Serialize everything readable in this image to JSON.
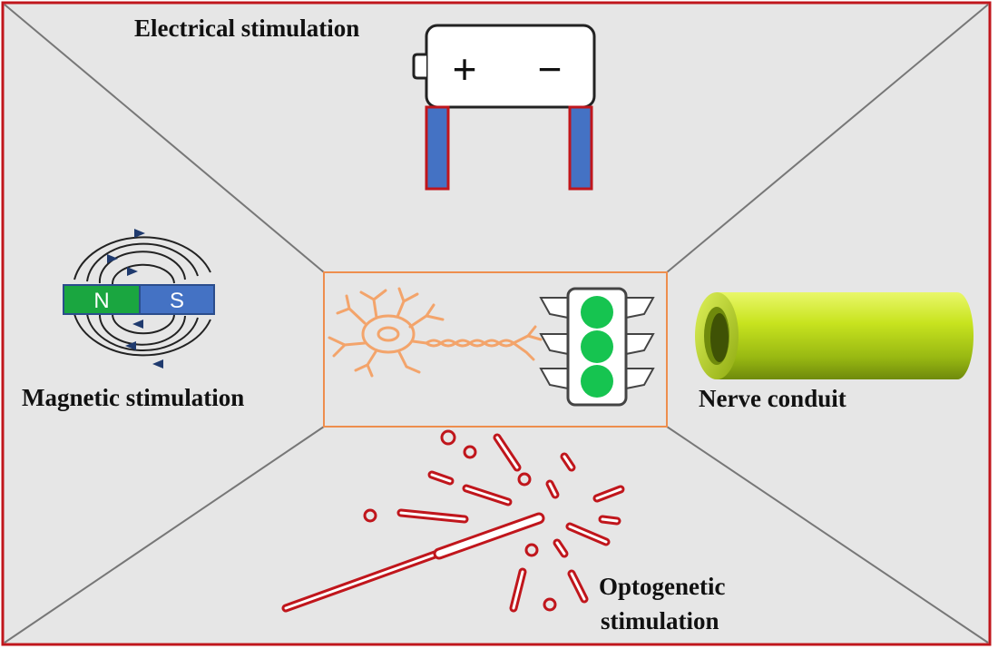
{
  "labels": {
    "electrical": "Electrical stimulation",
    "magnetic": "Magnetic stimulation",
    "conduit": "Nerve conduit",
    "optogenetic_line1": "Optogenetic",
    "optogenetic_line2": "stimulation"
  },
  "battery": {
    "plus": "+",
    "minus": "−"
  },
  "magnet": {
    "north": "N",
    "south": "S"
  },
  "colors": {
    "frame_border": "#c0161c",
    "background": "#e6e6e6",
    "neuron": "#f3a46b",
    "center_box_border": "#ee8e4e",
    "battery_lead": "#4472c4",
    "magnet_north": "#1aa640",
    "magnet_south": "#4472c4",
    "traffic_light": "#16c450",
    "conduit": "#b8dc18",
    "laser": "#c0161c"
  }
}
